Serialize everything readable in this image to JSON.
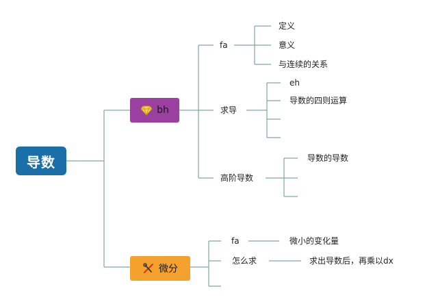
{
  "root": {
    "label": "导数"
  },
  "branch_bh": {
    "label": "bh",
    "icon": "gem-icon",
    "children": {
      "fa": {
        "label": "fa",
        "items": [
          "定义",
          "意义",
          "与连续的关系"
        ]
      },
      "qiudao": {
        "label": "求导",
        "items": [
          "eh",
          "导数的四则运算"
        ]
      },
      "gaojie": {
        "label": "高阶导数",
        "items": [
          "导数的导数"
        ]
      }
    }
  },
  "branch_wf": {
    "label": "微分",
    "icon": "tools-icon",
    "children": {
      "fa": {
        "label": "fa",
        "items": [
          "微小的变化量"
        ]
      },
      "zenme": {
        "label": "怎么求",
        "items": [
          "求出导数后，再乘以dx"
        ]
      }
    }
  },
  "colors": {
    "root": "#1a6fa8",
    "branch_bh": "#9b3fa0",
    "branch_wf": "#f4a22d",
    "line": "#7fa7a2"
  }
}
